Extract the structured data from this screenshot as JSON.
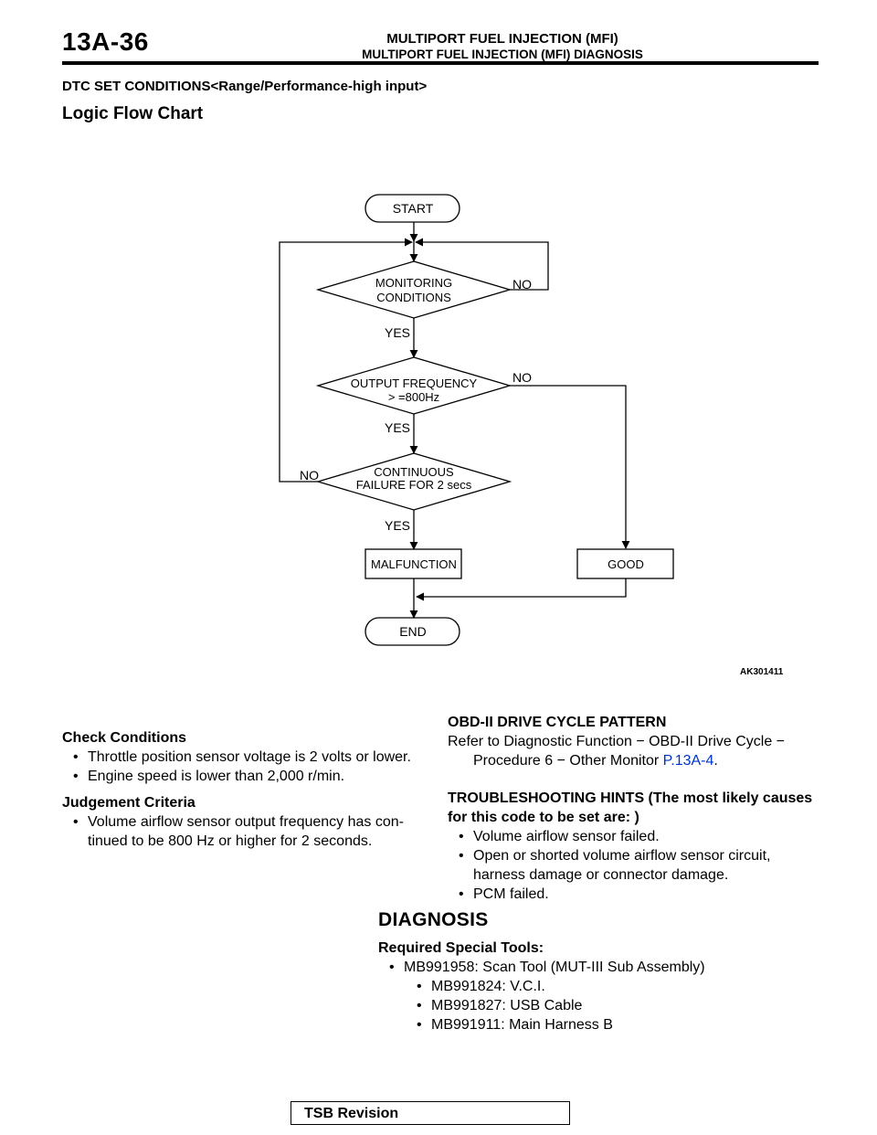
{
  "header": {
    "page_number": "13A-36",
    "title": "MULTIPORT FUEL INJECTION (MFI)",
    "subtitle": "MULTIPORT FUEL INJECTION (MFI) DIAGNOSIS"
  },
  "section": {
    "title": "DTC SET CONDITIONS<Range/Performance-high input>",
    "subtitle": "Logic Flow Chart"
  },
  "flowchart": {
    "start": "START",
    "monitoring_line1": "MONITORING",
    "monitoring_line2": "CONDITIONS",
    "output_line1": "OUTPUT FREQUENCY",
    "output_line2": "> =800Hz",
    "continuous_line1": "CONTINUOUS",
    "continuous_line2": "FAILURE FOR 2 secs",
    "malfunction": "MALFUNCTION",
    "good": "GOOD",
    "end": "END",
    "yes": "YES",
    "no": "NO",
    "figure_id": "AK301411"
  },
  "check_conditions": {
    "heading": "Check Conditions",
    "items": [
      "Throttle position sensor voltage is 2 volts or lower.",
      "Engine speed is lower than 2,000 r/min."
    ]
  },
  "judgement_criteria": {
    "heading": "Judgement Criteria",
    "items": [
      "Volume airflow sensor output frequency has con- tinued to be 800 Hz or higher for 2 seconds."
    ]
  },
  "obd": {
    "heading": "OBD-II DRIVE CYCLE PATTERN",
    "text": "Refer to Diagnostic Function − OBD-II Drive Cycle − Procedure 6 − Other Monitor ",
    "link": "P.13A-4",
    "end": "."
  },
  "troubleshooting": {
    "heading": "TROUBLESHOOTING HINTS (The most likely causes for this code to be set are: )",
    "items": [
      "Volume airflow sensor failed.",
      "Open or shorted volume airflow sensor circuit, harness damage or connector damage.",
      "PCM failed."
    ]
  },
  "diagnosis": {
    "heading": "DIAGNOSIS",
    "tools_heading": "Required Special Tools:",
    "tool_main": "MB991958: Scan Tool (MUT-III Sub Assembly)",
    "tool_subs": [
      "MB991824: V.C.I.",
      "MB991827: USB Cable",
      "MB991911: Main Harness B"
    ]
  },
  "footer": {
    "tsb": "TSB Revision"
  }
}
